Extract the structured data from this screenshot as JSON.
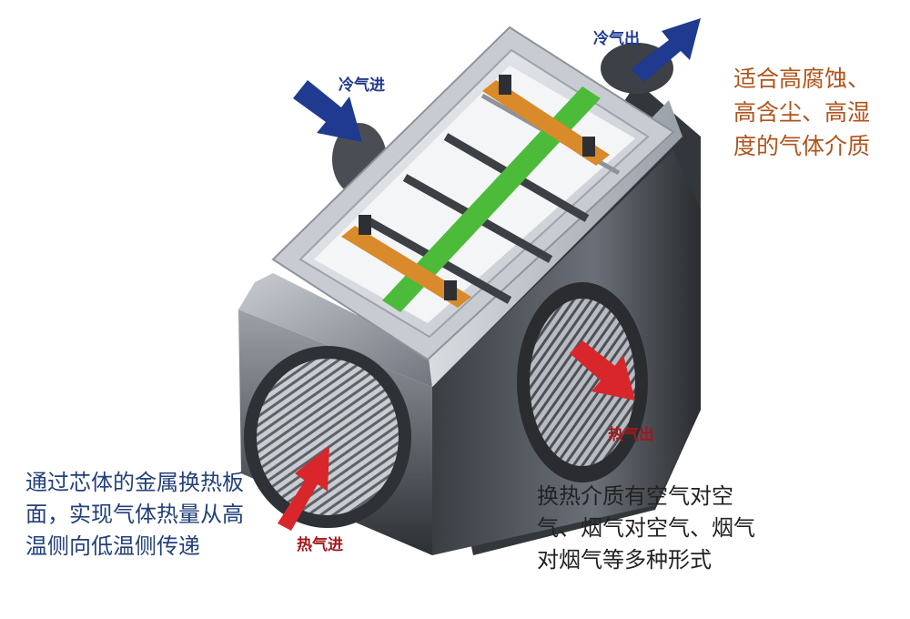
{
  "diagram": {
    "labels": {
      "cold_in": "冷气进",
      "cold_out": "冷气出",
      "hot_out": "热气出",
      "hot_in": "热气进"
    },
    "notes": {
      "right": [
        "适合高腐蚀、",
        "高含尘、高湿",
        "度的气体介质"
      ],
      "left": [
        "通过芯体的金属换热板",
        "面，实现气体热量从高",
        "温侧向低温侧传递"
      ],
      "bottom": [
        "换热介质有空气对空",
        "气、烟气对空气、烟气",
        "对烟气等多种形式"
      ]
    },
    "colors": {
      "cold_arrow": "#1f3a8f",
      "hot_arrow": "#d8262a",
      "cold_label": "#1f3a8f",
      "hot_label": "#a0181c",
      "note_right": "#b0541c",
      "note_left": "#23407a",
      "core_green": "#4dbb3a",
      "bracket_orange": "#d98a2a",
      "housing_dark": "#3a3d42",
      "housing_light": "#d7dadf"
    },
    "icons": [
      "cold-inlet-arrow-icon",
      "cold-outlet-arrow-icon",
      "hot-outlet-arrow-icon",
      "hot-inlet-arrow-icon"
    ]
  }
}
